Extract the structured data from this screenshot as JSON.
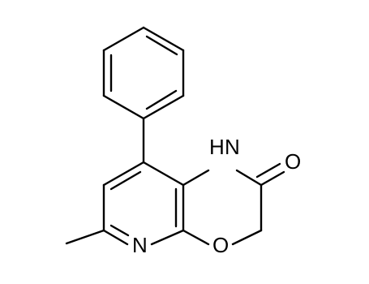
{
  "molecule": {
    "atoms": {
      "n_pyridine": "N",
      "o_ring": "O",
      "nh": "H",
      "nh_n": "N",
      "carbonyl_o": "O"
    }
  }
}
